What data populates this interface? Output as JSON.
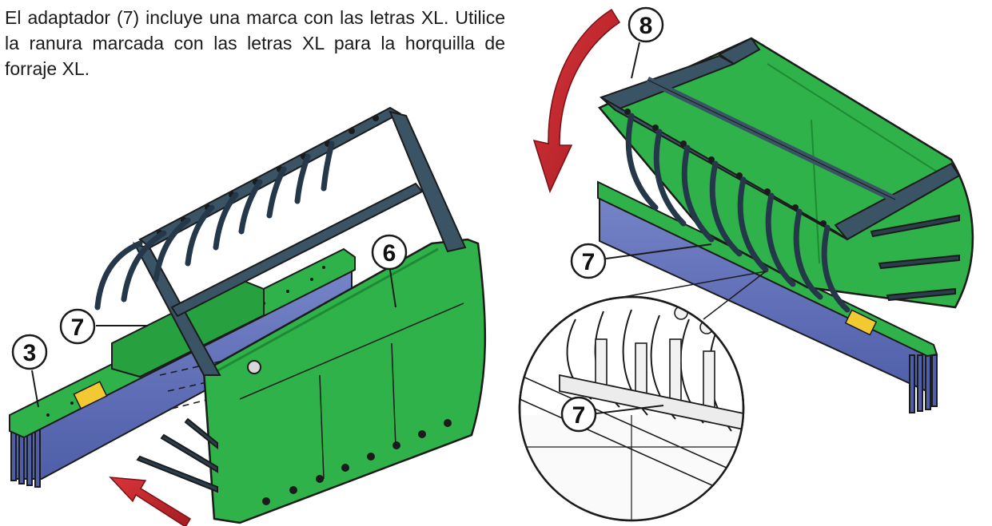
{
  "instruction_text": "El adaptador (7) incluye una marca con las letras XL. Utilice la ranura marcada con las letras XL para la horquilla de forraje XL.",
  "callouts": {
    "left_adapter": "7",
    "left_bracket": "3",
    "left_frame": "6",
    "right_adapter": "7",
    "right_detail": "7",
    "right_top": "8"
  },
  "colors": {
    "green_frame": "#2fb24a",
    "green_dark": "#1e8a34",
    "tine_gray": "#3a5465",
    "tine_dark": "#24384a",
    "blade_blue": "#5f6fb8",
    "arrow_red": "#c0262b"
  }
}
